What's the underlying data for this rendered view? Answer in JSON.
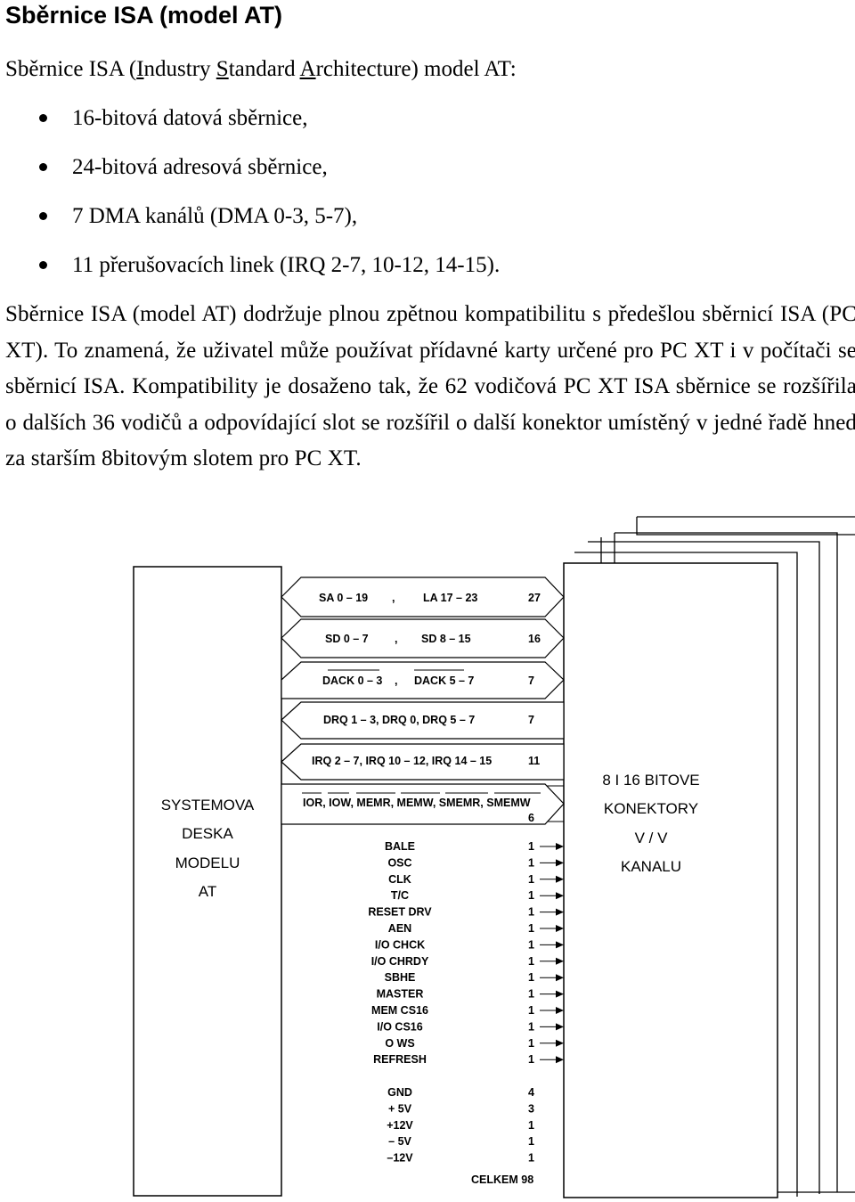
{
  "heading": "Sběrnice ISA (model AT)",
  "intro": {
    "before": "Sběrnice ISA (",
    "i_letter": "I",
    "i_rest": "ndustry ",
    "s_letter": "S",
    "s_rest": "tandard ",
    "a_letter": "A",
    "a_rest": "rchitecture) model AT:"
  },
  "bullets": [
    "16-bitová datová sběrnice,",
    "24-bitová adresová sběrnice,",
    "7 DMA kanálů (DMA 0-3, 5-7),",
    "11 přerušovacích linek (IRQ 2-7, 10-12, 14-15)."
  ],
  "paragraph": "Sběrnice ISA (model AT) dodržuje plnou zpětnou kompatibilitu s předešlou sběrnicí ISA (PC XT). To znamená, že uživatel může používat přídavné karty určené pro PC XT i v počítači se sběrnicí ISA. Kompatibility je dosaženo tak, že 62 vodičová PC XT ISA sběrnice se rozšířila o dalších 36 vodičů a odpovídající slot se rozšířil o další konektor umístěný v jedné řadě hned za starším 8bitovým slotem pro PC XT.",
  "diagram": {
    "system_board": [
      "SYSTEMOVA",
      "DESKA",
      "MODELU",
      "AT"
    ],
    "connectors": [
      "8 I 16 BITOVE",
      "KONEKTORY",
      "V / V",
      "KANALU"
    ],
    "buses": [
      {
        "a": "SA 0 – 19",
        "sep": ",",
        "b": "LA 17 – 23",
        "count": "27"
      },
      {
        "a": "SD 0 – 7",
        "sep": ",",
        "b": "SD 8 – 15",
        "count": "16"
      },
      {
        "a": "DACK 0 – 3",
        "sep": ",",
        "b": "DACK 5 – 7",
        "count": "7"
      },
      {
        "label": "DRQ 1 – 3, DRQ 0, DRQ 5 – 7",
        "count": "7"
      },
      {
        "label": "IRQ 2 – 7, IRQ 10 – 12, IRQ 14 – 15",
        "count": "11"
      },
      {
        "label": "IOR, IOW, MEMR, MEMW, SMEMR, SMEMW",
        "count": "6"
      }
    ],
    "signals": [
      {
        "name": "BALE",
        "count": "1"
      },
      {
        "name": "OSC",
        "count": "1"
      },
      {
        "name": "CLK",
        "count": "1"
      },
      {
        "name": "T/C",
        "count": "1"
      },
      {
        "name": "RESET DRV",
        "count": "1"
      },
      {
        "name": "AEN",
        "count": "1"
      },
      {
        "name": "I/O CHCK",
        "count": "1"
      },
      {
        "name": "I/O CHRDY",
        "count": "1"
      },
      {
        "name": "SBHE",
        "count": "1"
      },
      {
        "name": "MASTER",
        "count": "1"
      },
      {
        "name": "MEM CS16",
        "count": "1"
      },
      {
        "name": "I/O CS16",
        "count": "1"
      },
      {
        "name": "O WS",
        "count": "1"
      },
      {
        "name": "REFRESH",
        "count": "1"
      }
    ],
    "power": [
      {
        "name": "GND",
        "count": "4"
      },
      {
        "name": "+ 5V",
        "count": "3"
      },
      {
        "name": "+12V",
        "count": "1"
      },
      {
        "name": "– 5V",
        "count": "1"
      },
      {
        "name": "–12V",
        "count": "1"
      }
    ],
    "total": "CELKEM 98"
  }
}
